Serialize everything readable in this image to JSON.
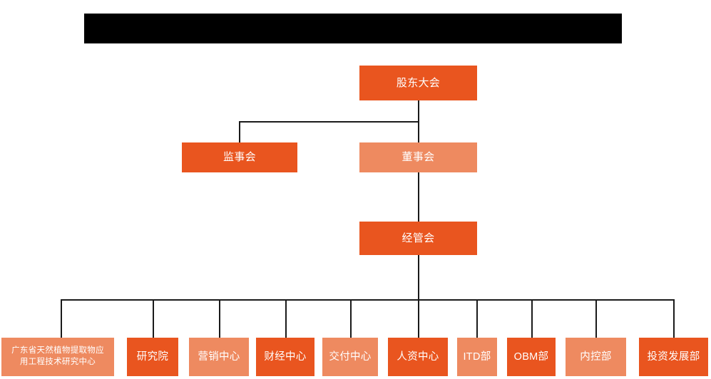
{
  "chart": {
    "type": "org-chart",
    "title_banner": {
      "redacted": true,
      "text": ""
    },
    "colors": {
      "dark_orange": "#e9551f",
      "light_orange": "#ee8a60",
      "line": "#1a1a1a",
      "background": "#ffffff",
      "text": "#ffffff"
    },
    "levels": [
      {
        "level": 1,
        "nodes": [
          {
            "id": "shareholders",
            "label": "股东大会",
            "tone": "dark"
          }
        ]
      },
      {
        "level": 2,
        "nodes": [
          {
            "id": "supervisors",
            "label": "监事会",
            "tone": "dark"
          },
          {
            "id": "directors",
            "label": "董事会",
            "tone": "light"
          }
        ]
      },
      {
        "level": 3,
        "nodes": [
          {
            "id": "management",
            "label": "经管会",
            "tone": "dark"
          }
        ]
      },
      {
        "level": 4,
        "nodes": [
          {
            "id": "eng-center",
            "label": "广东省天然植物提取物应\n用工程技术研究中心",
            "tone": "light"
          },
          {
            "id": "research-institute",
            "label": "研究院",
            "tone": "dark"
          },
          {
            "id": "marketing-center",
            "label": "营销中心",
            "tone": "light"
          },
          {
            "id": "finance-center",
            "label": "财经中心",
            "tone": "dark"
          },
          {
            "id": "delivery-center",
            "label": "交付中心",
            "tone": "light"
          },
          {
            "id": "hr-center",
            "label": "人资中心",
            "tone": "dark"
          },
          {
            "id": "itd-dept",
            "label": "ITD部",
            "tone": "light"
          },
          {
            "id": "obm-dept",
            "label": "OBM部",
            "tone": "dark"
          },
          {
            "id": "internal-control-dept",
            "label": "内控部",
            "tone": "light"
          },
          {
            "id": "investment-dev-dept",
            "label": "投资发展部",
            "tone": "dark"
          }
        ]
      }
    ],
    "edges": [
      {
        "from": "shareholders",
        "to": "supervisors"
      },
      {
        "from": "shareholders",
        "to": "directors"
      },
      {
        "from": "directors",
        "to": "management"
      },
      {
        "from": "management",
        "to": "eng-center"
      },
      {
        "from": "management",
        "to": "research-institute"
      },
      {
        "from": "management",
        "to": "marketing-center"
      },
      {
        "from": "management",
        "to": "finance-center"
      },
      {
        "from": "management",
        "to": "delivery-center"
      },
      {
        "from": "management",
        "to": "hr-center"
      },
      {
        "from": "management",
        "to": "itd-dept"
      },
      {
        "from": "management",
        "to": "obm-dept"
      },
      {
        "from": "management",
        "to": "internal-control-dept"
      },
      {
        "from": "management",
        "to": "investment-dev-dept"
      }
    ]
  }
}
